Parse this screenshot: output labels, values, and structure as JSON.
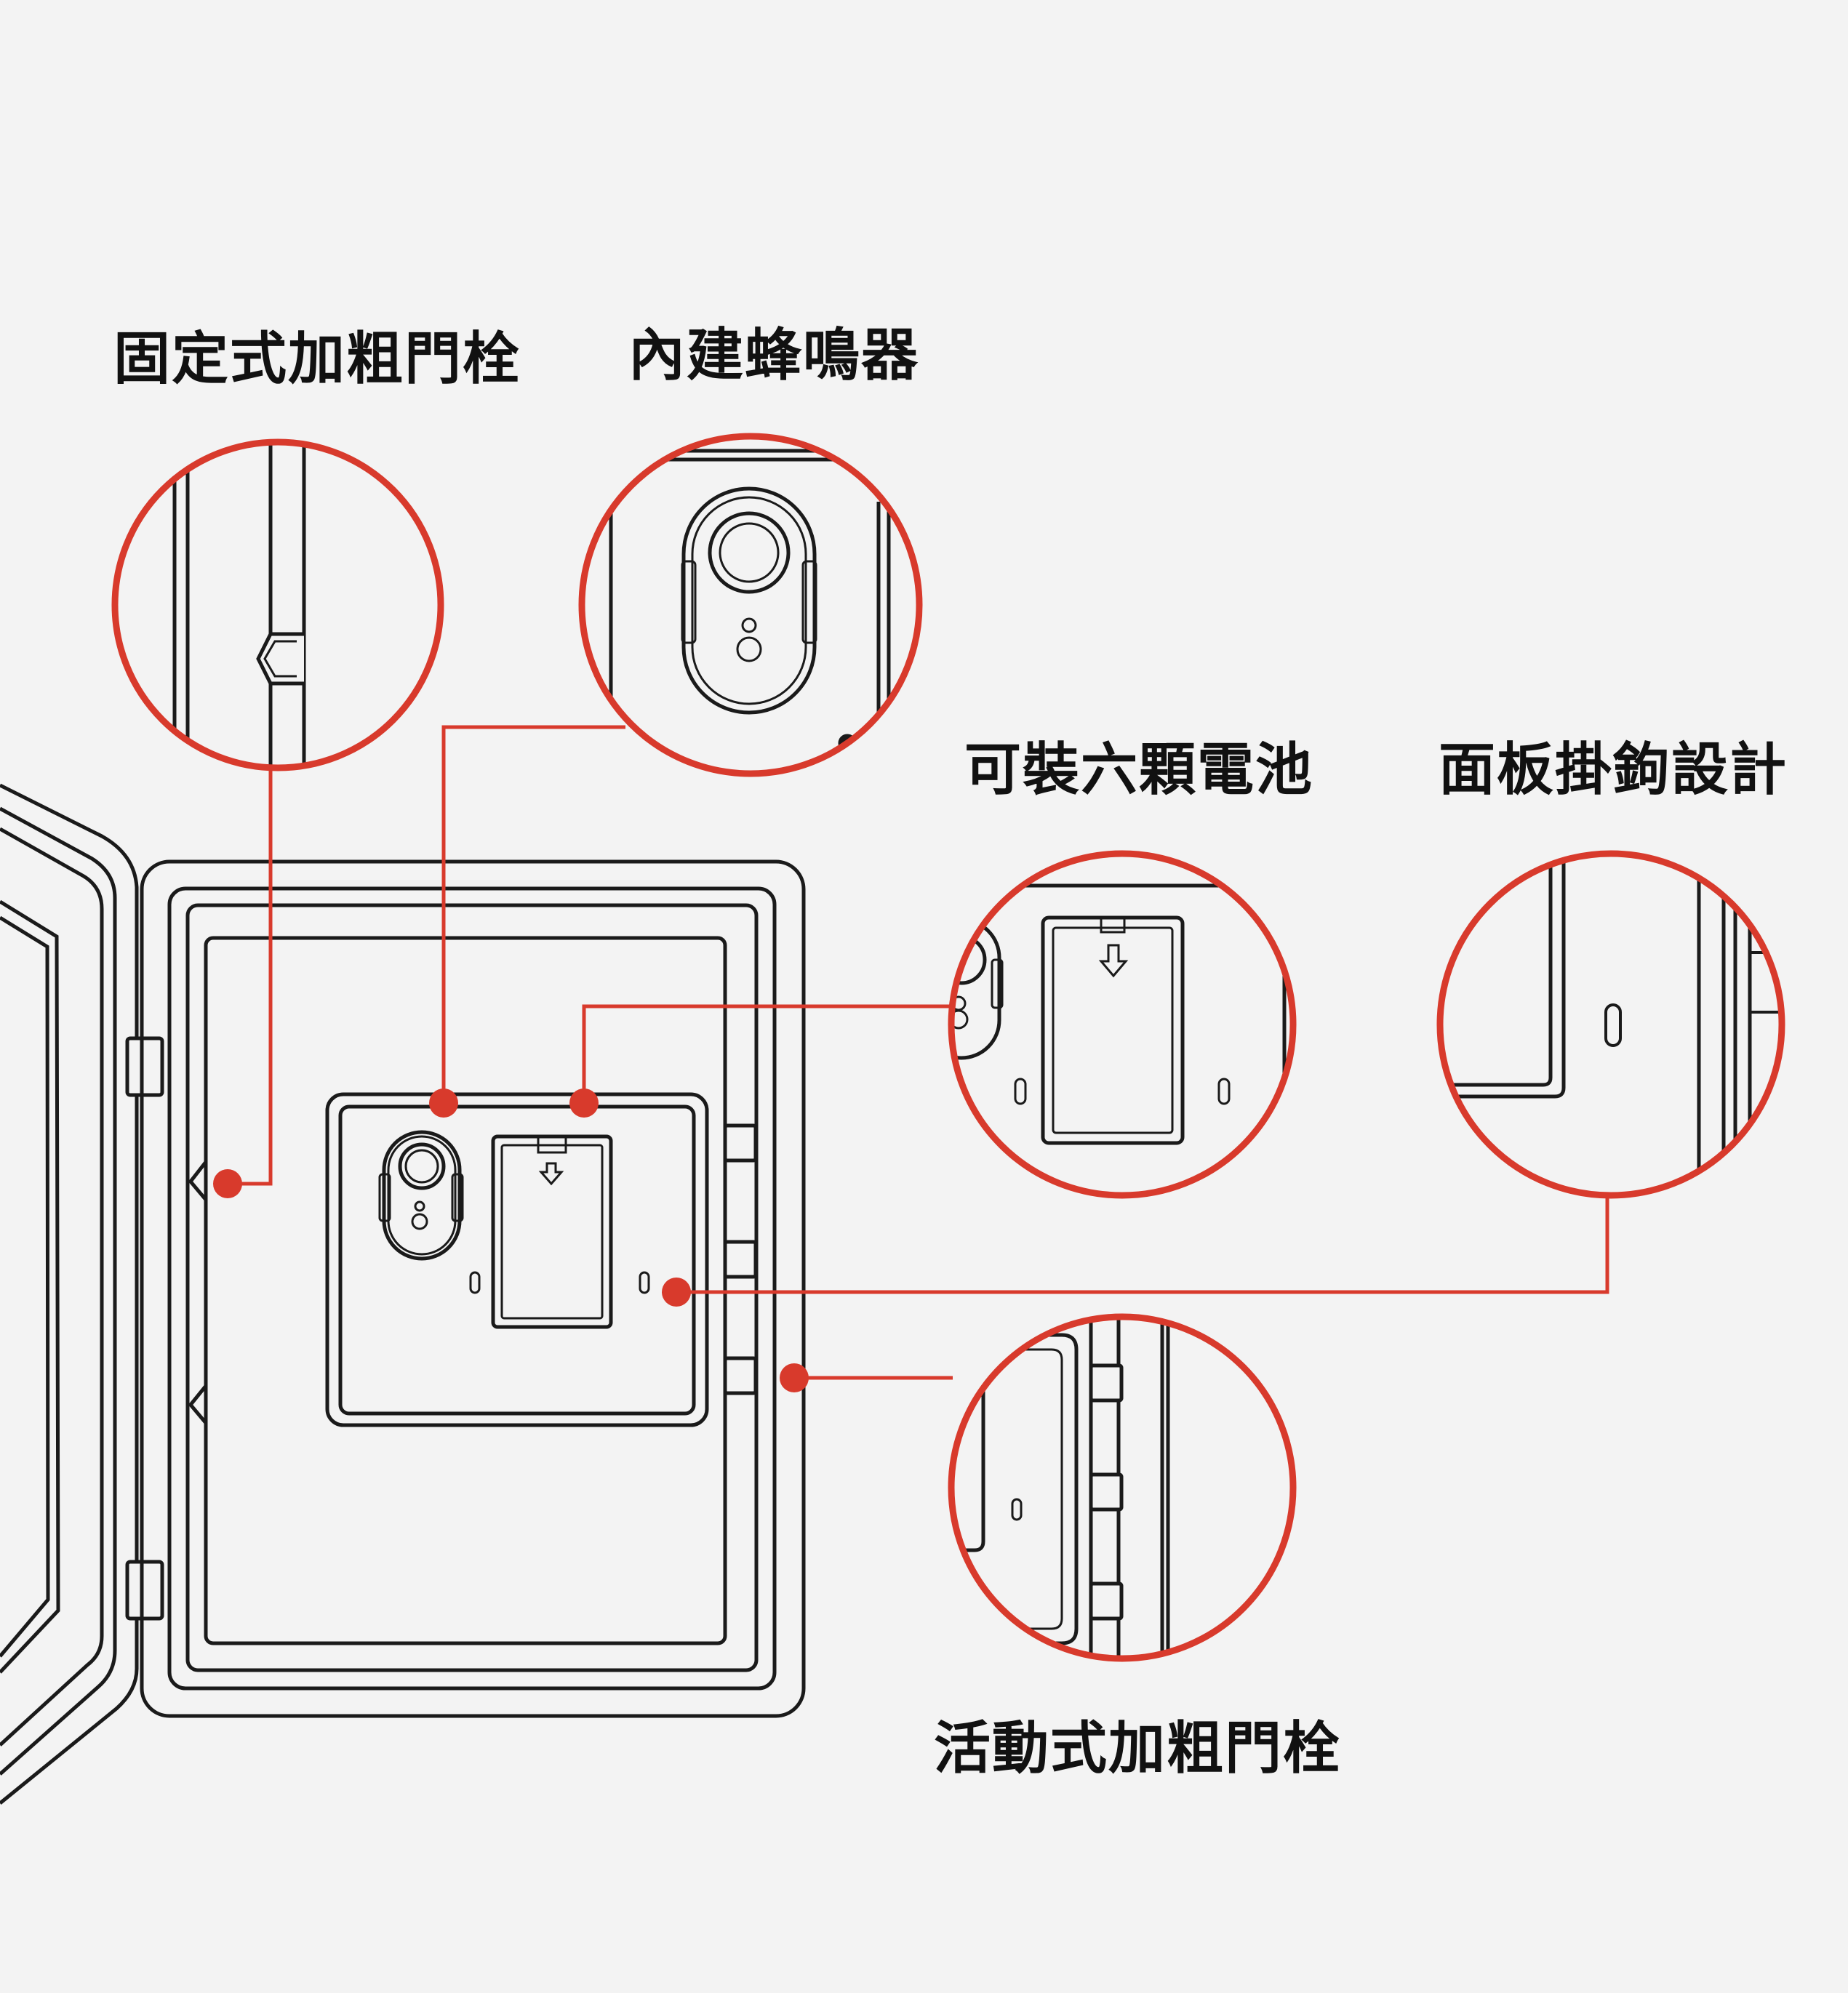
{
  "callouts": {
    "fixed_bolts": "固定式加粗門栓",
    "buzzer": "內建蜂鳴器",
    "battery": "可裝六顆電池",
    "hanging_hook": "面板掛鉤設計",
    "movable_bolts": "活動式加粗門栓"
  },
  "colors": {
    "background": "#f3f3f3",
    "accent": "#d83a2c",
    "line": "#1a1a1a",
    "text": "#111111"
  }
}
